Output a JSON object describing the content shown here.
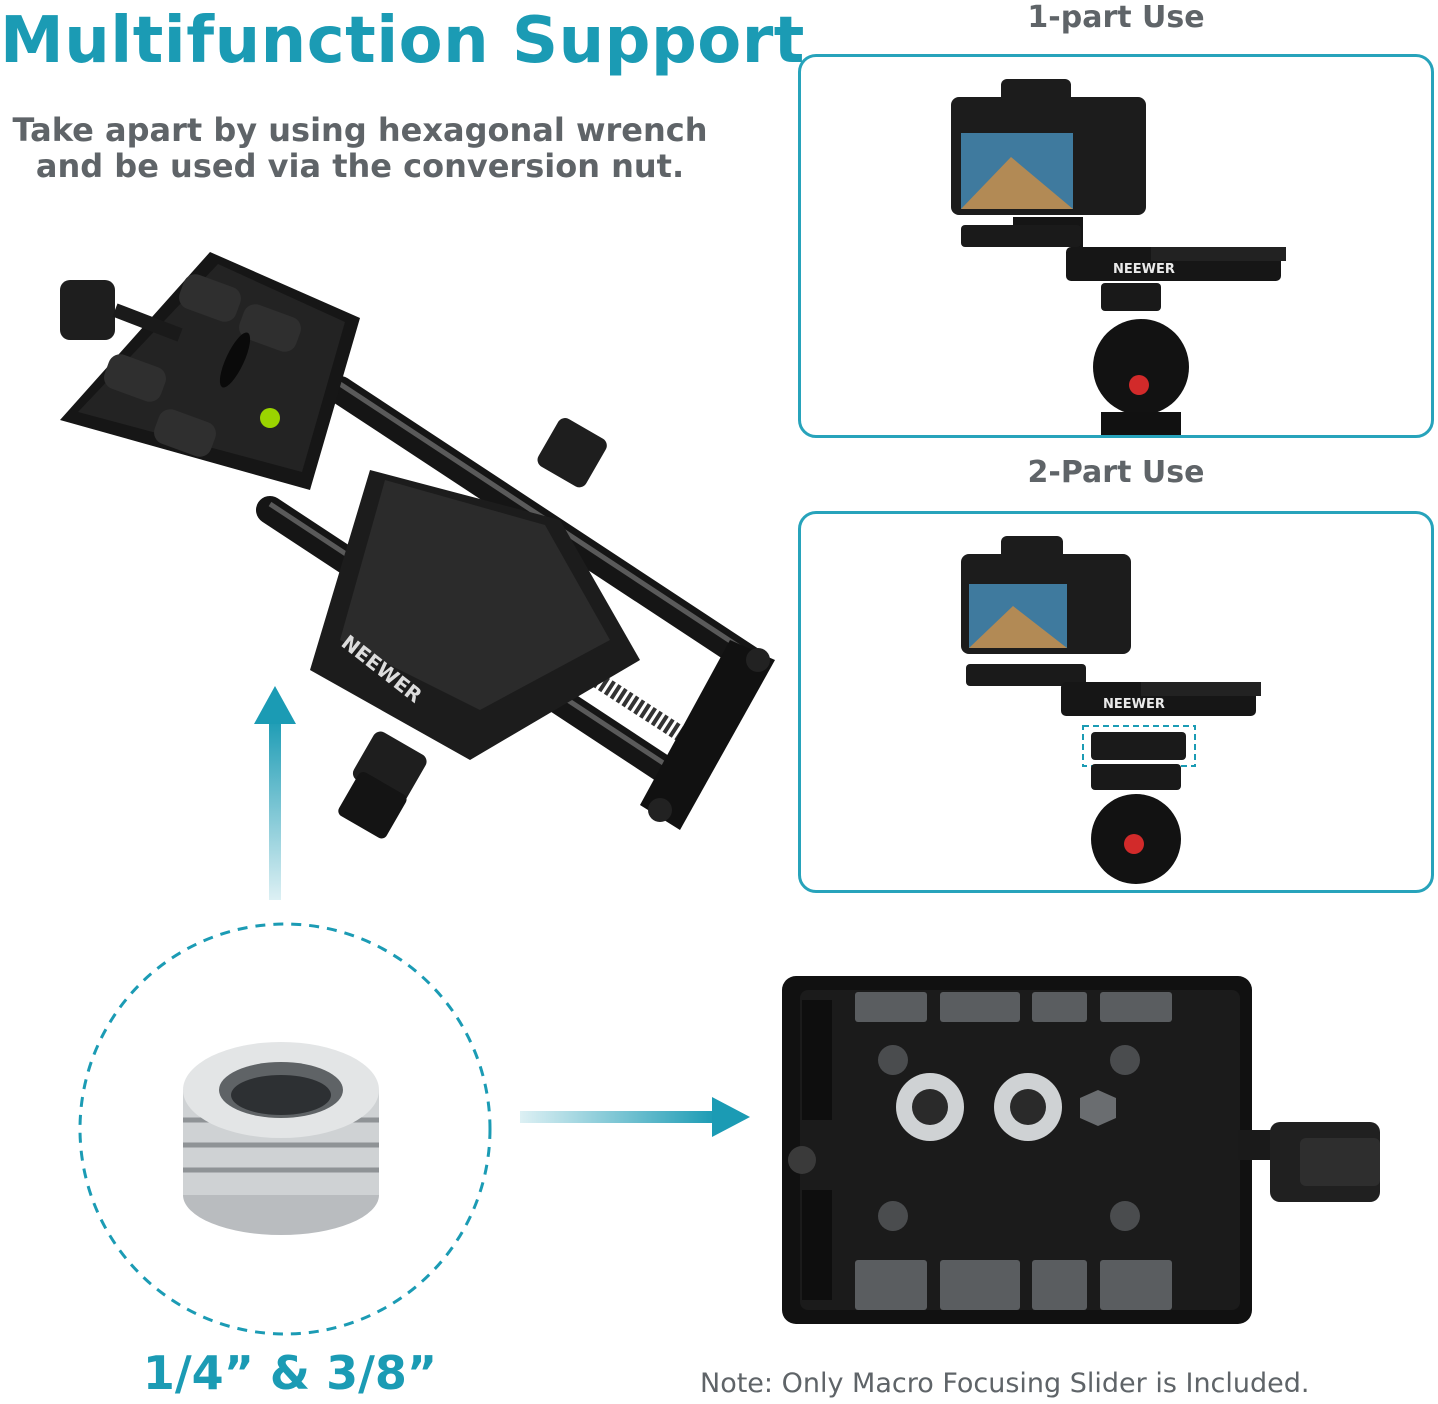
{
  "header": {
    "title": "Multifunction Support",
    "subtitle_line1": "Take apart by using hexagonal wrench",
    "subtitle_line2": "and be used via the conversion nut."
  },
  "panels": [
    {
      "caption": "1-part Use",
      "brand": "NEEWER"
    },
    {
      "caption": "2-Part Use",
      "brand": "NEEWER"
    }
  ],
  "product": {
    "brand": "NEEWER"
  },
  "adapter": {
    "label": "1/4” & 3/8”"
  },
  "note": "Note: Only Macro Focusing Slider is Included.",
  "colors": {
    "accent": "#1b9bb4",
    "text": "#5f6468",
    "metal": "#1a1a1a"
  },
  "icons": [
    "arrow-up-icon",
    "arrow-right-icon",
    "bubble-level-icon"
  ]
}
